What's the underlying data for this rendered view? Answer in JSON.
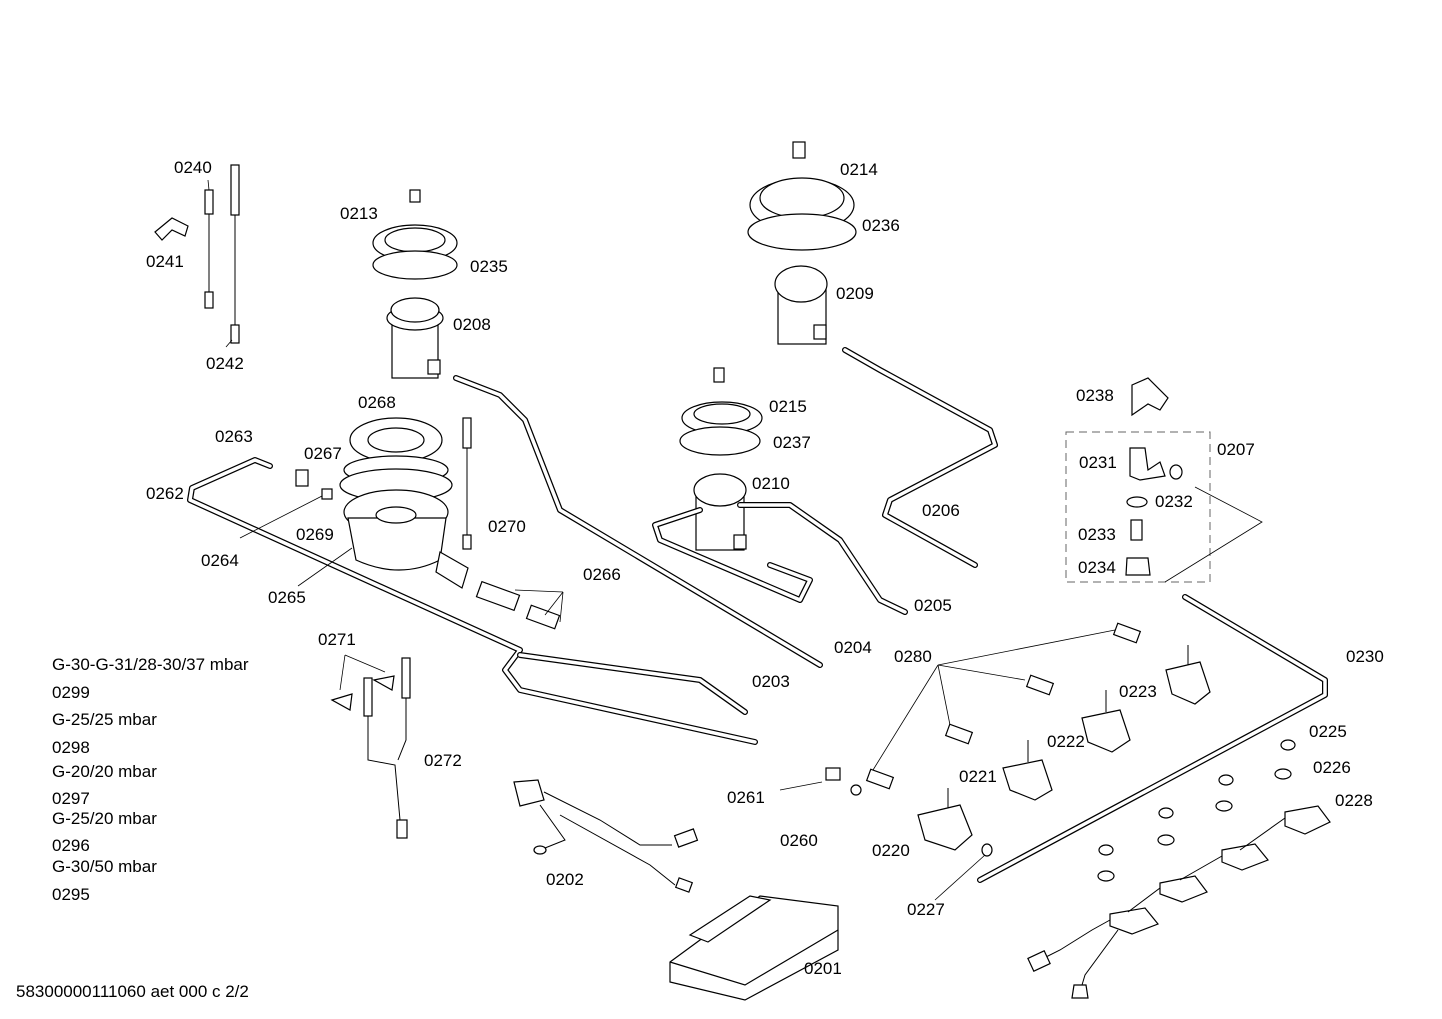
{
  "diagram": {
    "part_numbers": {
      "p0201": "0201",
      "p0202": "0202",
      "p0203": "0203",
      "p0204": "0204",
      "p0205": "0205",
      "p0206": "0206",
      "p0207": "0207",
      "p0208": "0208",
      "p0209": "0209",
      "p0210": "0210",
      "p0213": "0213",
      "p0214": "0214",
      "p0215": "0215",
      "p0220": "0220",
      "p0221": "0221",
      "p0222": "0222",
      "p0223": "0223",
      "p0225": "0225",
      "p0226": "0226",
      "p0227": "0227",
      "p0228": "0228",
      "p0230": "0230",
      "p0231": "0231",
      "p0232": "0232",
      "p0233": "0233",
      "p0234": "0234",
      "p0235": "0235",
      "p0236": "0236",
      "p0237": "0237",
      "p0238": "0238",
      "p0240": "0240",
      "p0241": "0241",
      "p0242": "0242",
      "p0260": "0260",
      "p0261": "0261",
      "p0262": "0262",
      "p0263": "0263",
      "p0264": "0264",
      "p0265": "0265",
      "p0266": "0266",
      "p0267": "0267",
      "p0268": "0268",
      "p0269": "0269",
      "p0270": "0270",
      "p0271": "0271",
      "p0272": "0272",
      "p0280": "0280"
    },
    "gas_legend": [
      {
        "gas": "G-30-G-31/28-30/37 mbar",
        "part": "0299"
      },
      {
        "gas": "G-25/25 mbar",
        "part": "0298"
      },
      {
        "gas": "G-20/20 mbar",
        "part": "0297"
      },
      {
        "gas": "G-25/20 mbar",
        "part": "0296"
      },
      {
        "gas": "G-30/50 mbar",
        "part": "0295"
      }
    ],
    "footer": "58300000111060 aet 000 c 2/2"
  }
}
